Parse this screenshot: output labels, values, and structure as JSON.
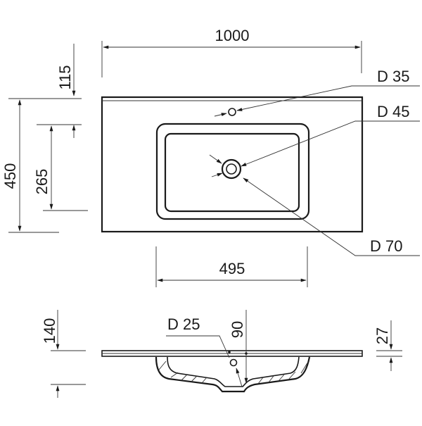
{
  "drawing": {
    "subject": "wash basin technical drawing",
    "line_color": "#1a1a1a",
    "background": "#ffffff"
  },
  "top_view": {
    "width_dim": "1000",
    "tap_offset_dim": "115",
    "depth_dim": "450",
    "bowl_center_dim": "265",
    "bowl_width_dim": "495",
    "tap_hole_label": "D 35",
    "drain_inner_label": "D 45",
    "drain_outer_label": "D 70"
  },
  "side_view": {
    "height_dim": "140",
    "overflow_label": "D 25",
    "drain_depth_dim": "90",
    "top_thickness_dim": "27"
  }
}
